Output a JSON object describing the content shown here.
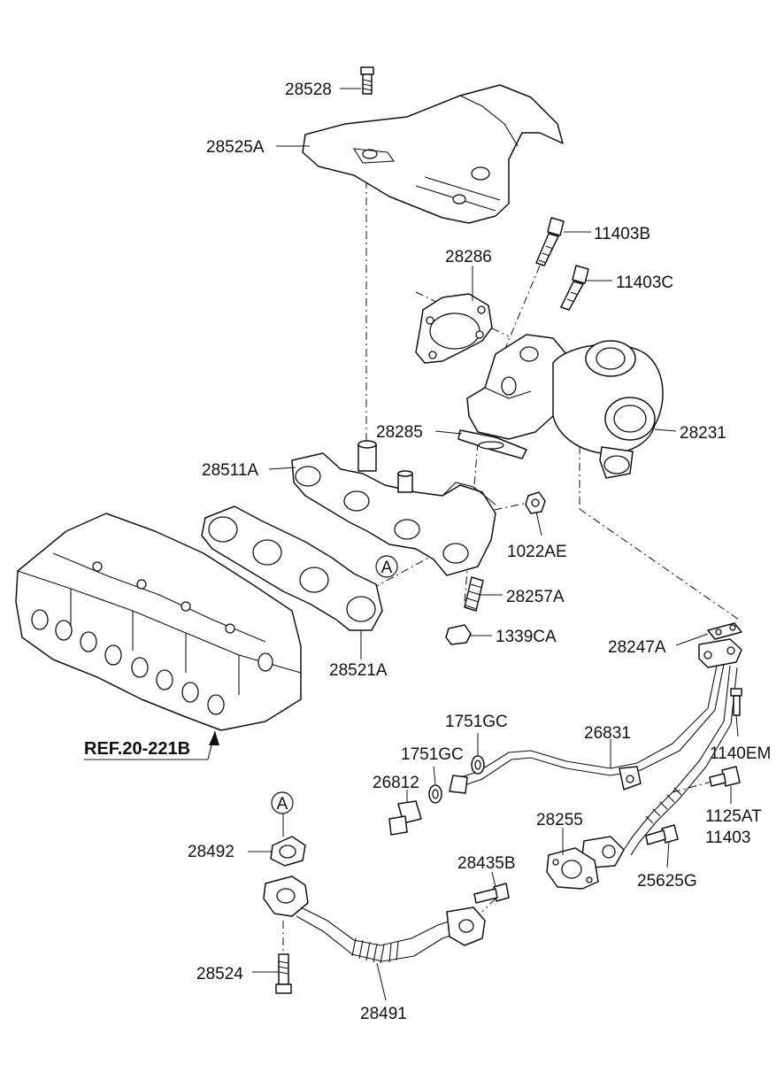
{
  "parts": {
    "p28528": "28528",
    "p28525A": "28525A",
    "p11403B": "11403B",
    "p11403C": "11403C",
    "p28286": "28286",
    "p28285": "28285",
    "p28231": "28231",
    "p28511A": "28511A",
    "p1022AE": "1022AE",
    "p28257A": "28257A",
    "p1339CA": "1339CA",
    "p28521A": "28521A",
    "p28247A": "28247A",
    "p1751GC_a": "1751GC",
    "p26831": "26831",
    "p1751GC_b": "1751GC",
    "p1140EM": "1140EM",
    "p26812": "26812",
    "p1125AT": "1125AT",
    "p11403": "11403",
    "p28255": "28255",
    "p25625G": "25625G",
    "p28492": "28492",
    "p28435B": "28435B",
    "p28524": "28524",
    "p28491": "28491"
  },
  "reference": "REF.20-221B",
  "markers": {
    "view_a_top": "A",
    "view_a_bottom": "A"
  }
}
